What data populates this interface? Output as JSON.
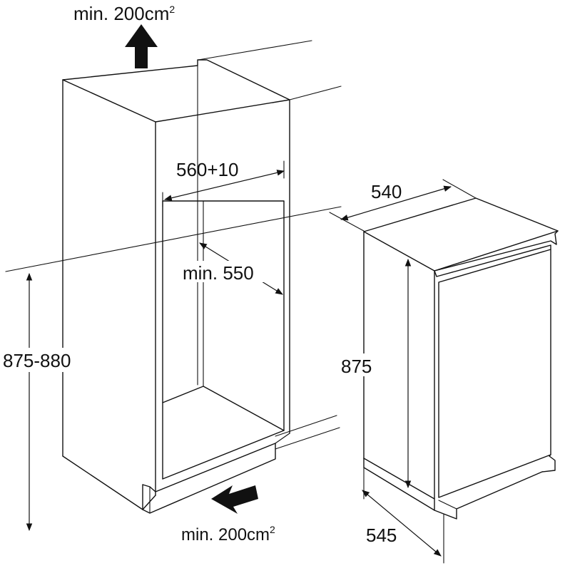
{
  "labels": {
    "vent_top": "min. 200cm",
    "vent_top_sup": "2",
    "vent_bottom": "min. 200cm",
    "vent_bottom_sup": "2",
    "niche_width": "560+10",
    "niche_depth": "min. 550",
    "niche_height": "875-880",
    "appliance_width": "540",
    "appliance_height": "875",
    "appliance_depth": "545"
  },
  "colors": {
    "line": "#111111",
    "background": "#ffffff"
  }
}
